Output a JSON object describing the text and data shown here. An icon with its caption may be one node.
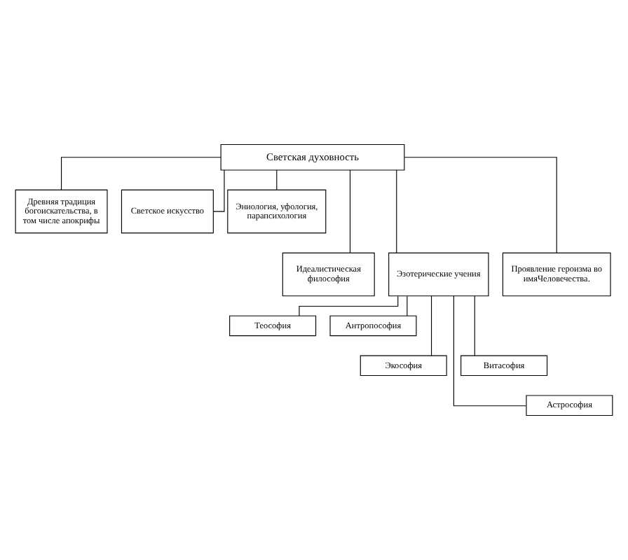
{
  "diagram": {
    "nodes": [
      {
        "text": [
          "Светская духовность"
        ]
      },
      {
        "text": [
          "Древняя традиция богоискательства, в том числе апокрифы"
        ]
      },
      {
        "text": [
          "Светское искусство"
        ]
      },
      {
        "text": [
          "Эниология, уфология, парапсихология"
        ]
      },
      {
        "text": [
          "Идеалистическая философия"
        ]
      },
      {
        "text": [
          "Эзотерические учения"
        ]
      },
      {
        "text": [
          "Проявление героизма во имяЧеловечества."
        ]
      },
      {
        "text": [
          "Теософия"
        ]
      },
      {
        "text": [
          "Антропософия"
        ]
      },
      {
        "text": [
          "Экософия"
        ]
      },
      {
        "text": [
          "Витасофия"
        ]
      },
      {
        "text": [
          "Астрософия"
        ]
      }
    ],
    "edges": [
      {
        "from": 0,
        "to": 1,
        "arrow": "none"
      },
      {
        "from": 0,
        "to": 2,
        "arrow": "none"
      },
      {
        "from": 0,
        "to": 3,
        "arrow": "none"
      },
      {
        "from": 0,
        "to": 4,
        "arrow": "none"
      },
      {
        "from": 0,
        "to": 5,
        "arrow": "none"
      },
      {
        "from": 0,
        "to": 6,
        "arrow": "none"
      },
      {
        "from": 5,
        "to": 7,
        "arrow": "none"
      },
      {
        "from": 5,
        "to": 8,
        "arrow": "none"
      },
      {
        "from": 5,
        "to": 9,
        "arrow": "none"
      },
      {
        "from": 5,
        "to": 10,
        "arrow": "none"
      },
      {
        "from": 5,
        "to": 11,
        "arrow": "none"
      }
    ]
  }
}
